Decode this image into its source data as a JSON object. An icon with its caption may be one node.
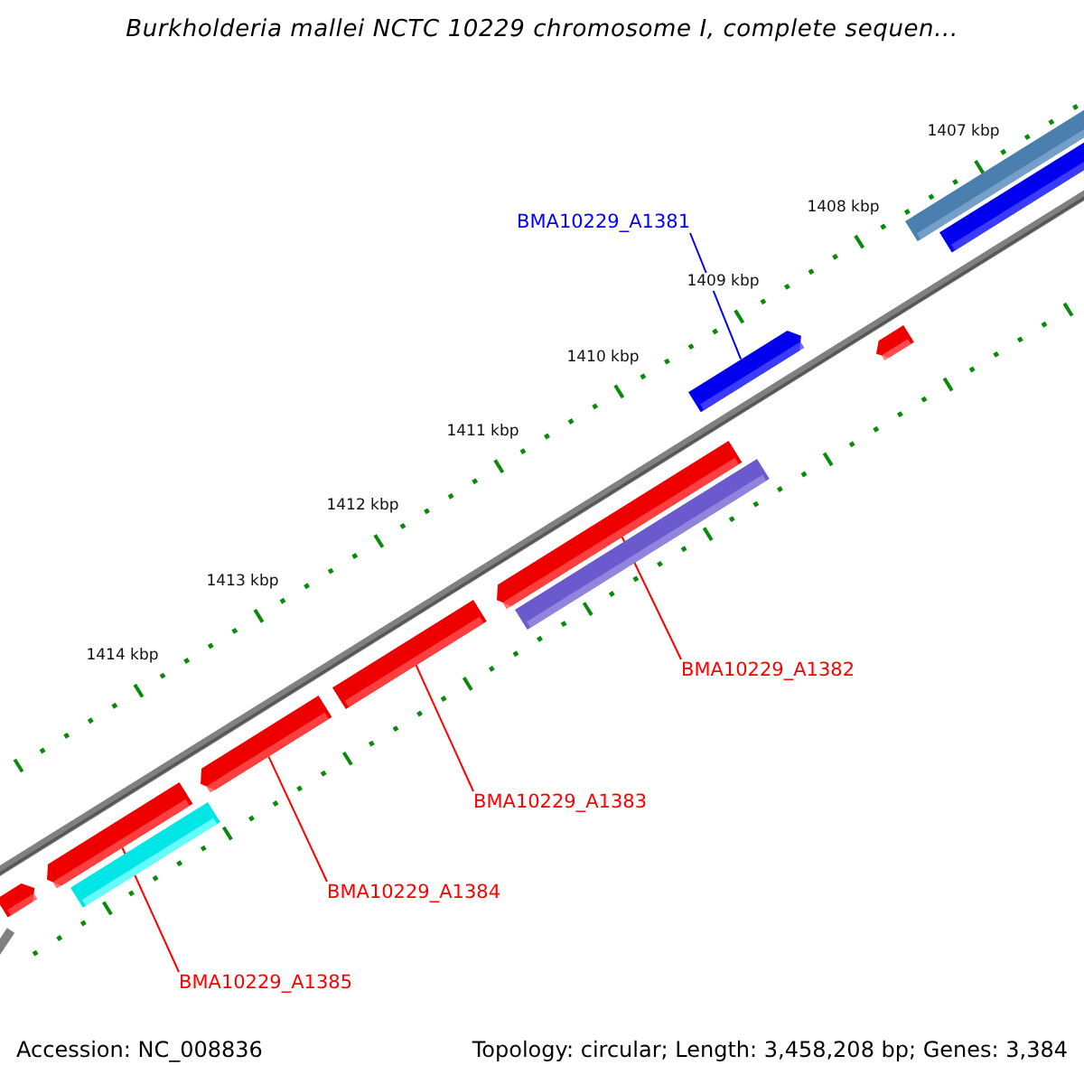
{
  "diagram": {
    "title": "Burkholderia mallei NCTC 10229 chromosome I, complete sequen...",
    "nodes": [
      {
        "text": [],
        "shape": "bar"
      },
      {
        "text": [],
        "shape": "bar"
      },
      {
        "text": [
          "BMA10229_A1381"
        ]
      },
      {
        "text": [],
        "shape": "bar"
      },
      {
        "text": [],
        "shape": "bar"
      },
      {
        "text": [],
        "shape": "bar"
      },
      {
        "text": [],
        "shape": "bar"
      },
      {
        "text": [
          "BMA10229_A1382"
        ]
      },
      {
        "text": [],
        "shape": "bar"
      },
      {
        "text": [],
        "shape": "bar"
      },
      {
        "text": [
          "BMA10229_A1383"
        ]
      },
      {
        "text": [],
        "shape": "bar"
      },
      {
        "text": [],
        "shape": "bar"
      },
      {
        "text": [],
        "shape": "bar"
      },
      {
        "text": [
          "BMA10229_A1384"
        ]
      },
      {
        "text": [
          "BMA10229_A1385"
        ]
      }
    ],
    "edges": [
      {
        "from": 2,
        "to": 3,
        "arrow": "none",
        "color": "#0000ff"
      },
      {
        "from": 7,
        "to": 5,
        "arrow": "none"
      },
      {
        "from": 10,
        "to": 8,
        "arrow": "none"
      },
      {
        "from": 14,
        "to": 9,
        "arrow": "none"
      },
      {
        "from": 15,
        "to": 11,
        "arrow": "none"
      }
    ],
    "labels": [
      "1407 kbp",
      "1408 kbp",
      "1409 kbp",
      "1410 kbp",
      "1411 kbp",
      "1412 kbp",
      "1413 kbp",
      "1414 kbp",
      "Accession: NC_008836",
      "Topology: circular; Length: 3,458,208 bp; Genes: 3,384"
    ]
  }
}
